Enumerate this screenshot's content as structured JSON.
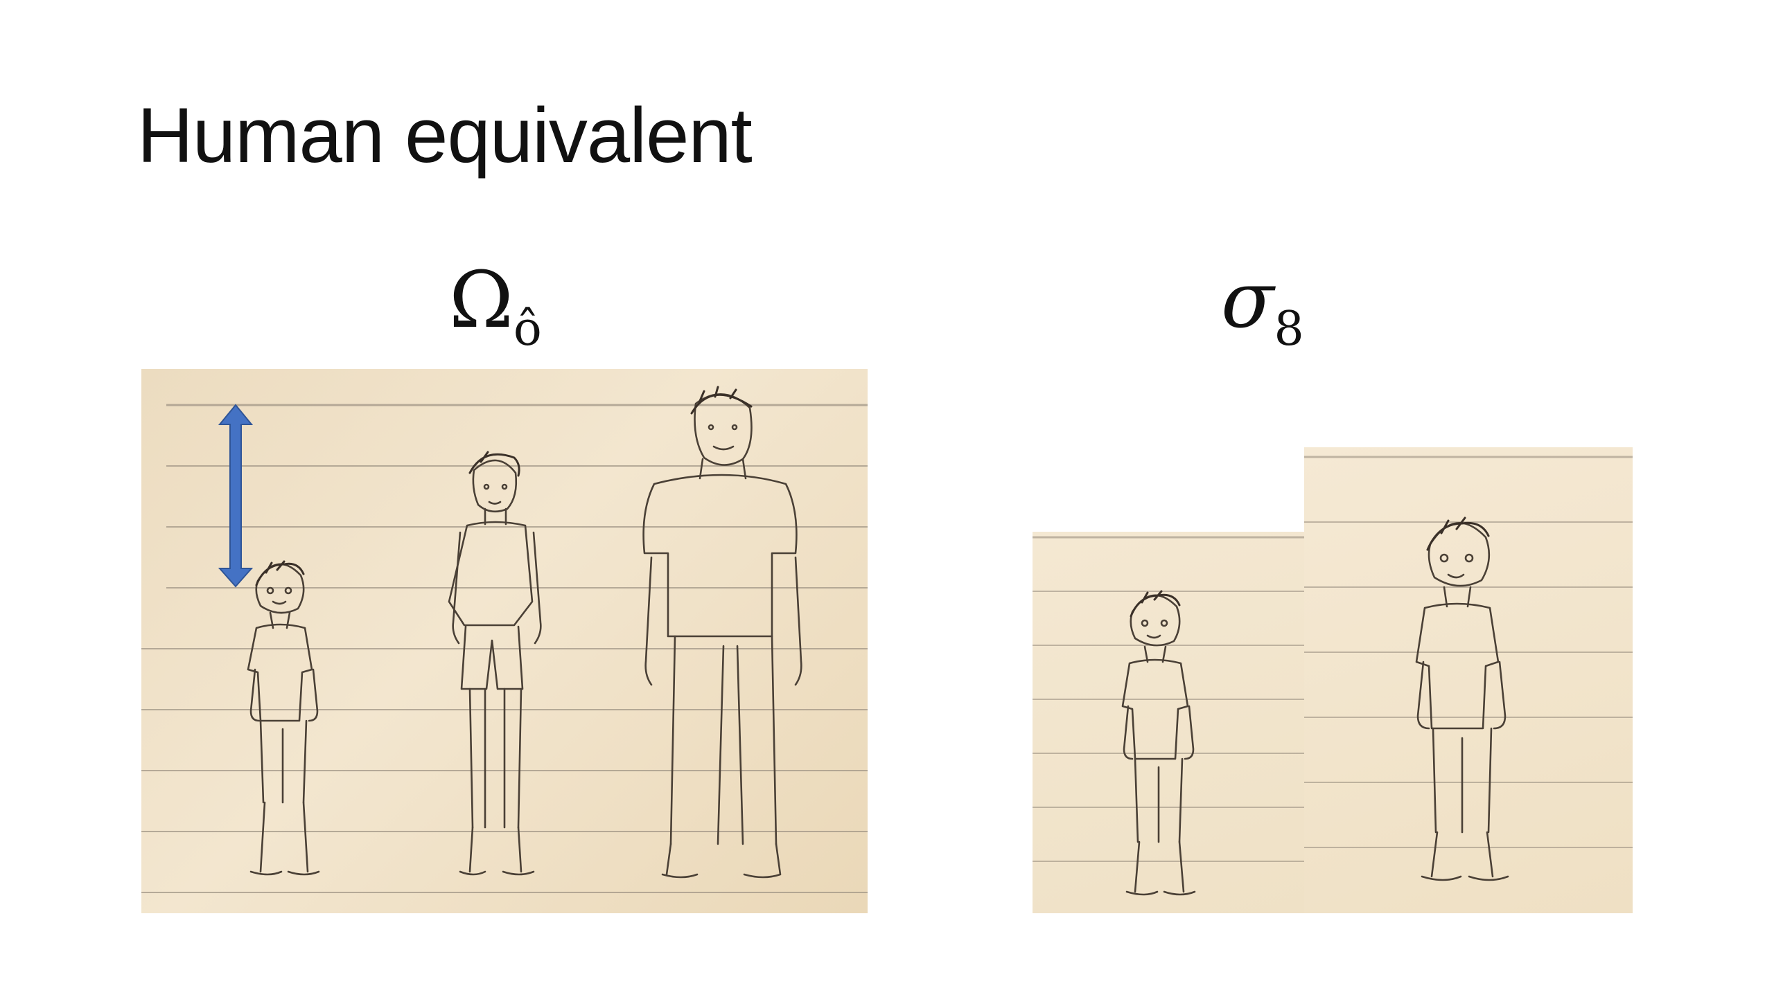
{
  "slide": {
    "title": "Human equivalent",
    "left_symbol": {
      "base": "Ω",
      "subscript": "ô"
    },
    "right_symbol": {
      "base": "σ",
      "subscript": "8"
    }
  },
  "colors": {
    "paper": "#f1e3c8",
    "ruled_line": "#9c9182",
    "arrow": "#4472c4",
    "sketch": "#4a4036"
  }
}
